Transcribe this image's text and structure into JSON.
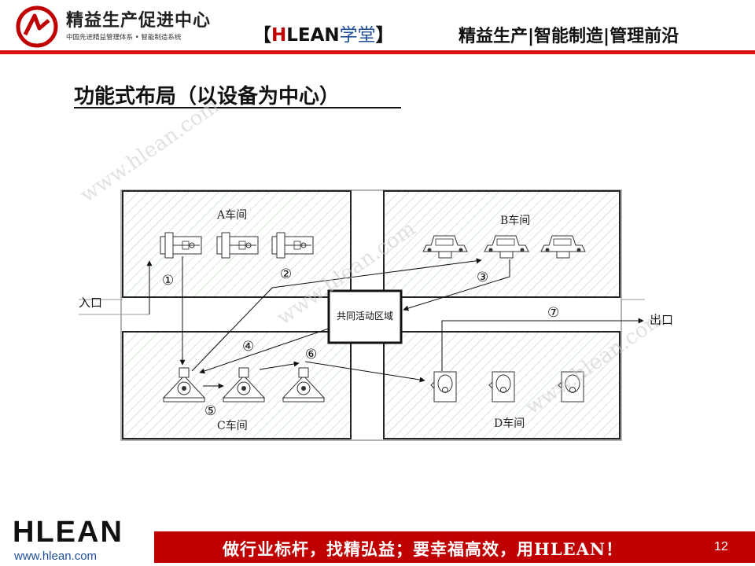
{
  "header": {
    "brand_name": "精益生产促进中心",
    "brand_subtitle": "中国先进精益管理体系 • 智能制造系统",
    "hlean_open": "【",
    "hlean_h": "H",
    "hlean_rest": "LEAN",
    "hlean_school": "学堂",
    "hlean_close": "】",
    "right_text": "精益生产|智能制造|管理前沿"
  },
  "slide": {
    "title": "功能式布局（以设备为中心）"
  },
  "diagram": {
    "workshop_a": "A车间",
    "workshop_b": "B车间",
    "workshop_c": "C车间",
    "workshop_d": "D车间",
    "center": "共同活动区域",
    "entrance": "入口",
    "exit": "出口",
    "step1": "①",
    "step2": "②",
    "step3": "③",
    "step4": "④",
    "step5": "⑤",
    "step6": "⑥",
    "step7": "⑦"
  },
  "watermark": "www.hlean.com",
  "footer": {
    "logo": "HLEAN",
    "url": "www.hlean.com",
    "slogan": "做行业标杆，找精弘益；要幸福高效，用HLEAN！",
    "page_number": "12"
  }
}
